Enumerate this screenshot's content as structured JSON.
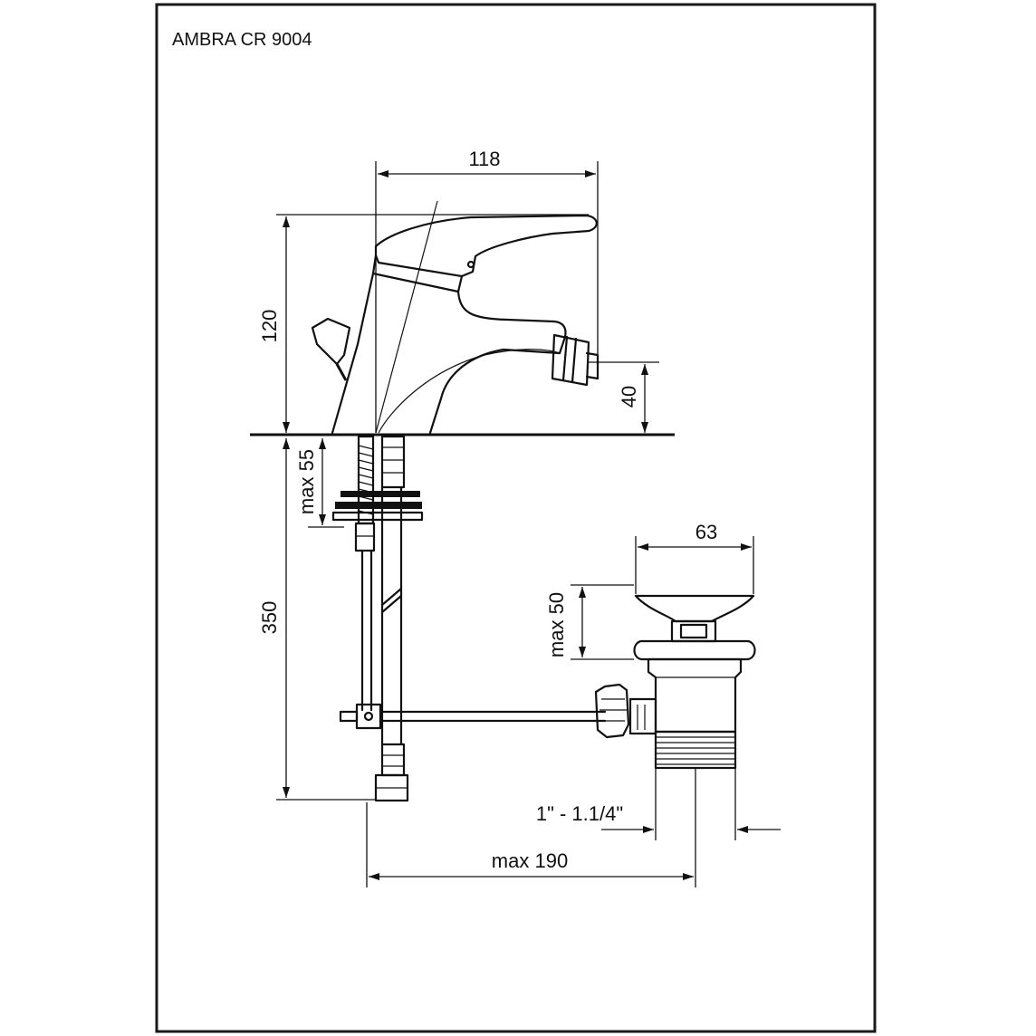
{
  "title": "AMBRA CR 9004",
  "dimensions": {
    "width_top": "118",
    "height_total": "120",
    "spout_height": "40",
    "deck_thickness": "max 55",
    "hose_length": "350",
    "drain_diameter": "63",
    "drain_height": "max 50",
    "thread_size": "1\" - 1.1/4\"",
    "reach": "max 190"
  }
}
